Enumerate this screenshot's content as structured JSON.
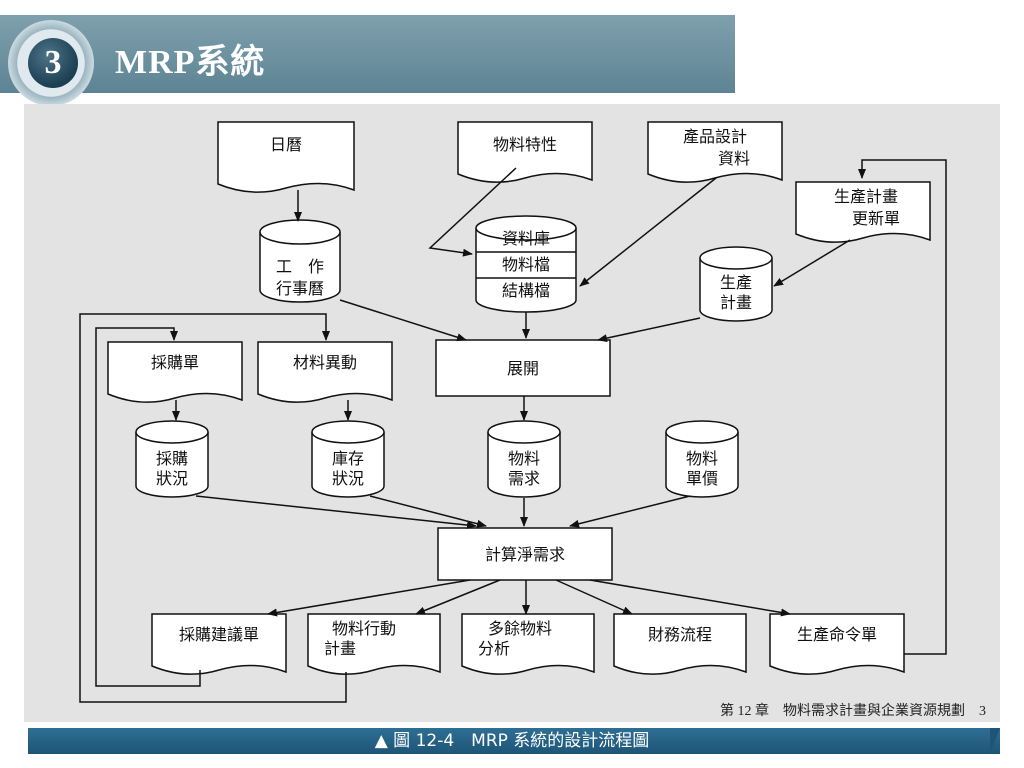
{
  "header": {
    "section_number": "3",
    "title": "MRP系統"
  },
  "diagram": {
    "nodes": {
      "calendar": "日曆",
      "material_property": "物料特性",
      "product_design": [
        "產品設計",
        "資料"
      ],
      "prod_plan_update": [
        "生產計畫",
        "更新單"
      ],
      "work_calendar": [
        "工　作",
        "行事曆"
      ],
      "database": [
        "資料庫",
        "物料檔",
        "結構檔"
      ],
      "prod_plan": [
        "生產",
        "計畫"
      ],
      "purchase_order": "採購單",
      "material_change": "材料異動",
      "explode": "展開",
      "purchase_status": [
        "採購",
        "狀況"
      ],
      "inventory_status": [
        "庫存",
        "狀況"
      ],
      "material_requirement": [
        "物料",
        "需求"
      ],
      "material_price": [
        "物料",
        "單價"
      ],
      "net_requirement": "計算淨需求",
      "purchase_suggestion": "採購建議單",
      "material_action_plan": [
        "物料行動",
        "計畫"
      ],
      "excess_material": [
        "多餘物料",
        "分析"
      ],
      "finance_flow": "財務流程",
      "production_order": "生產命令單"
    }
  },
  "page_note": "第 12 章　物料需求計畫與企業資源規劃　3",
  "caption": "▲ 圖 12-4　MRP 系統的設計流程圖"
}
